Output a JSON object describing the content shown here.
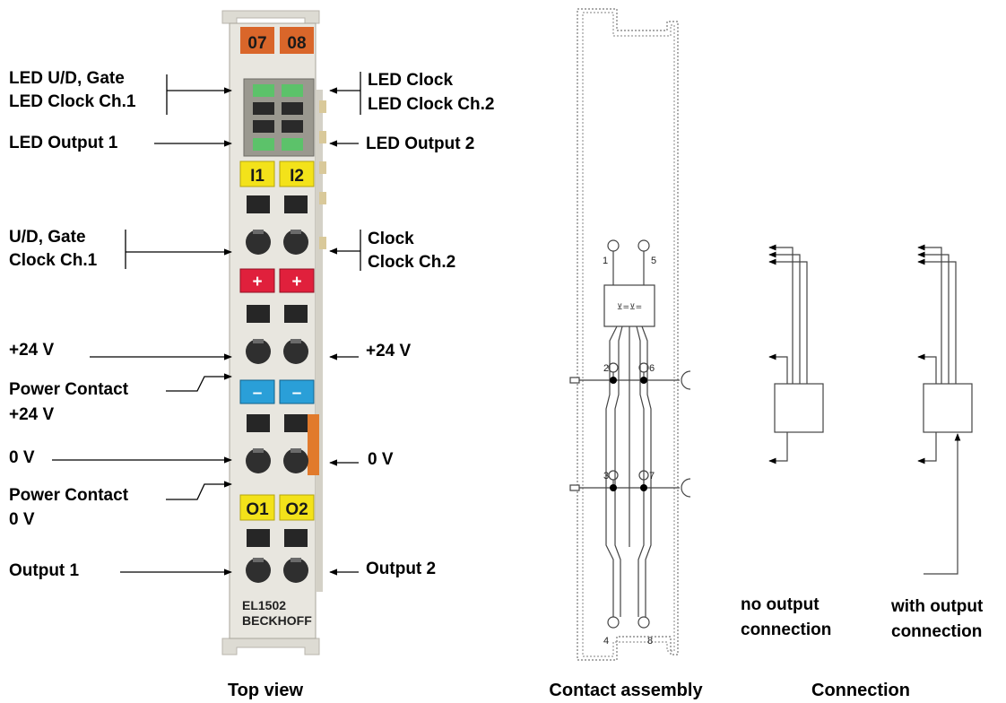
{
  "captions": {
    "top_view": "Top view",
    "contact_assembly": "Contact assembly",
    "connection": "Connection"
  },
  "module": {
    "model": "EL1502",
    "brand": "BECKHOFF",
    "tags": {
      "led_left": "07",
      "led_right": "08",
      "input_left": "I1",
      "input_right": "I2",
      "plus": "+",
      "minus": "–",
      "output_left": "O1",
      "output_right": "O2"
    },
    "colors": {
      "orange_tag": "#d9662a",
      "yellow_tag": "#f3e21a",
      "red_tag": "#e0203c",
      "blue_tag": "#2a9fd8",
      "led_green": "#5cc26a",
      "housing": "#e8e6df"
    }
  },
  "labels": {
    "left": {
      "led_ud_gate": "LED U/D, Gate",
      "led_clock_ch1": "LED Clock Ch.1",
      "led_output1": "LED Output 1",
      "ud_gate": "U/D, Gate",
      "clock_ch1": "Clock Ch.1",
      "plus24v": "+24 V",
      "power_contact_1": "Power Contact",
      "power_contact_1_value": "+24 V",
      "zero_v": "0 V",
      "power_contact_2": "Power Contact",
      "power_contact_2_value": "0 V",
      "output1": "Output 1"
    },
    "right": {
      "led_clock": "LED Clock",
      "led_clock_ch2": "LED Clock Ch.2",
      "led_output2": "LED Output 2",
      "clock": "Clock",
      "clock_ch2": "Clock Ch.2",
      "plus24v": "+24 V",
      "zero_v": "0 V",
      "output2": "Output 2"
    }
  },
  "contact_assembly": {
    "pins": [
      "1",
      "5",
      "2",
      "6",
      "3",
      "7",
      "4",
      "8"
    ]
  },
  "connection": {
    "no_output_line1": "no output",
    "no_output_line2": "connection",
    "with_output_line1": "with output",
    "with_output_line2": "connection"
  }
}
